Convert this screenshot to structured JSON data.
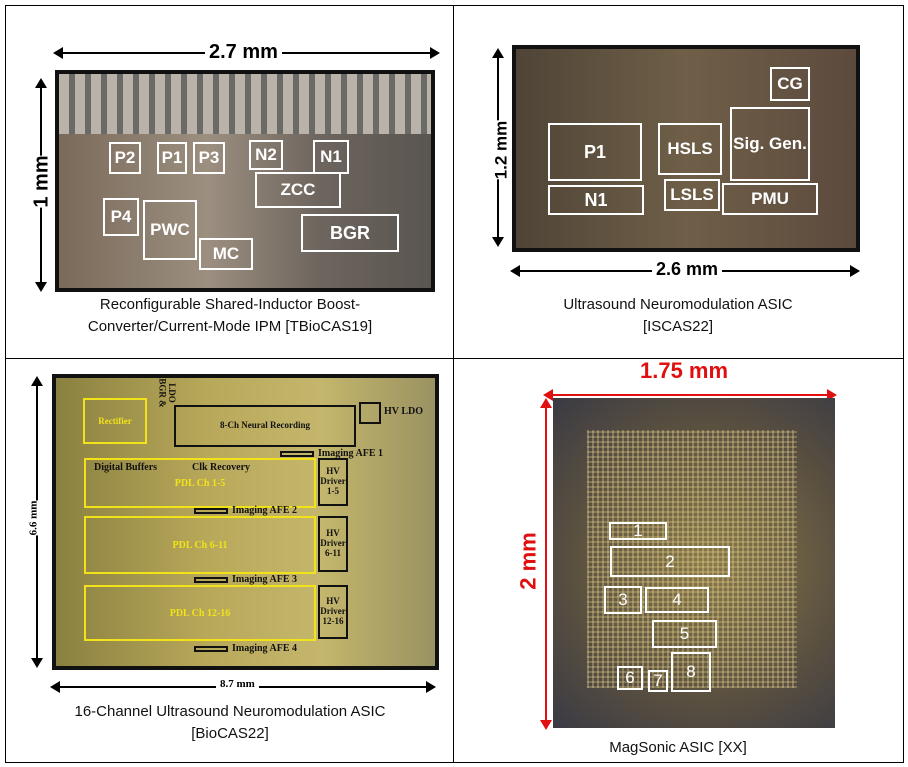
{
  "panels": [
    {
      "caption_line1": "Reconfigurable Shared-Inductor Boost-",
      "caption_line2": "Converter/Current-Mode IPM [TBioCAS19]",
      "width_label": "2.7 mm",
      "height_label": "1 mm",
      "blocks": [
        "P2",
        "P1",
        "P3",
        "N2",
        "N1",
        "ZCC",
        "P4",
        "PWC",
        "MC",
        "BGR"
      ]
    },
    {
      "caption_line1": "Ultrasound Neuromodulation ASIC",
      "caption_line2": "[ISCAS22]",
      "width_label": "2.6 mm",
      "height_label": "1.2 mm",
      "blocks": [
        "P1",
        "N1",
        "HSLS",
        "LSLS",
        "Sig. Gen.",
        "CG",
        "PMU"
      ]
    },
    {
      "caption_line1": "16-Channel Ultrasound Neuromodulation ASIC",
      "caption_line2": "[BioCAS22]",
      "width_label": "8.7 mm",
      "height_label": "6.6 mm",
      "blocks": [
        "Rectifier",
        "BGR &",
        "LDO",
        "8-Ch Neural Recording",
        "HV LDO",
        "Imaging AFE 1",
        "Digital Buffers",
        "Clk Recovery",
        "PDL Ch 1-5",
        "HV Driver 1-5",
        "Imaging AFE 2",
        "PDL Ch 6-11",
        "HV Driver 6-11",
        "Imaging AFE 3",
        "PDL Ch 12-16",
        "HV Driver 12-16",
        "Imaging AFE 4"
      ]
    },
    {
      "caption_line1": "MagSonic ASIC [XX]",
      "width_label": "1.75 mm",
      "height_label": "2 mm",
      "blocks": [
        "1",
        "2",
        "3",
        "4",
        "5",
        "6",
        "7",
        "8"
      ]
    }
  ],
  "colors": {
    "dimension_red": "#e01010",
    "block_yellow": "#f2e21a"
  }
}
